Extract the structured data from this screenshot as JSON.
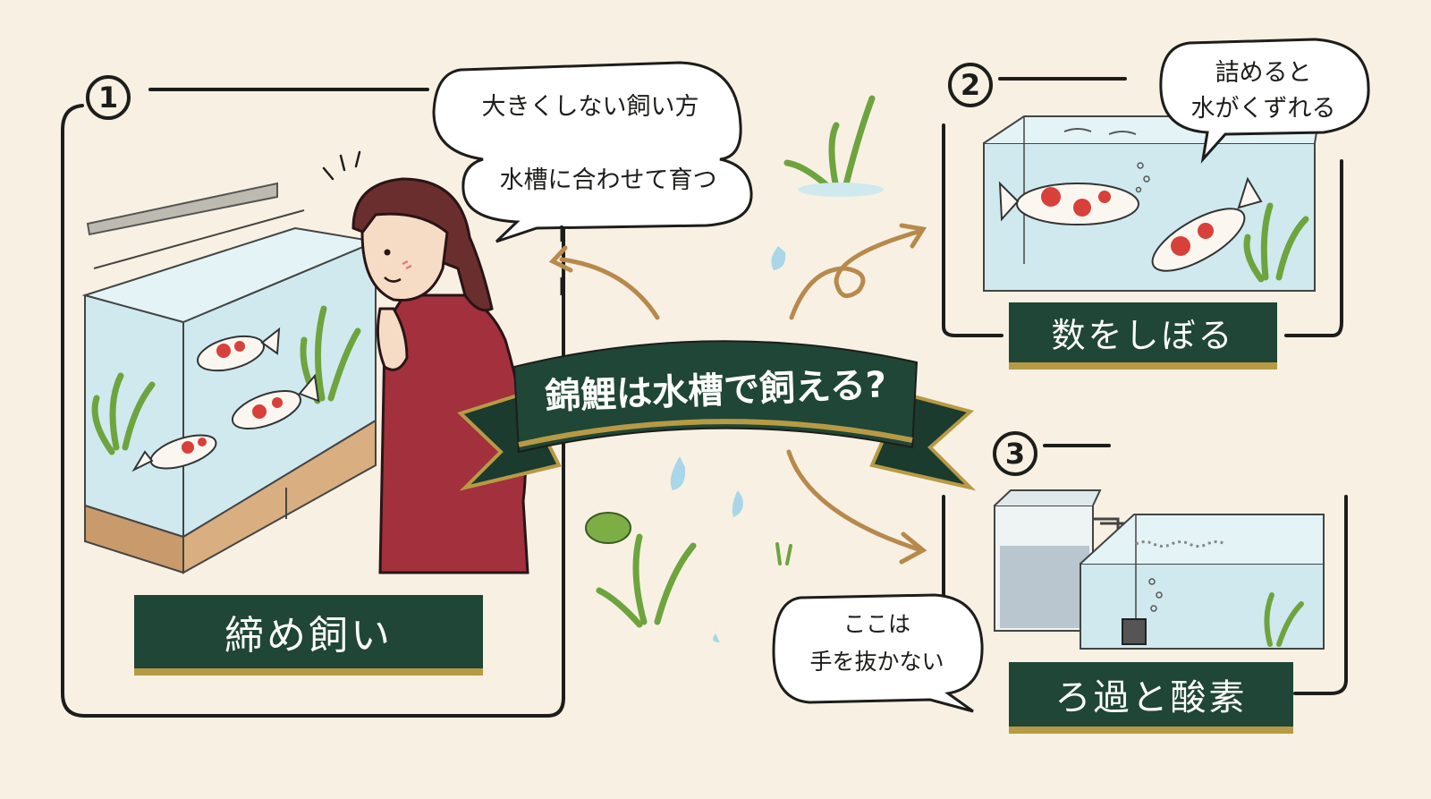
{
  "title": "錦鯉は水槽で飼える?",
  "panels": [
    {
      "number": "1",
      "label": "締め飼い",
      "bubble": [
        "大きくしない飼い方",
        "水槽に合わせて育つ"
      ]
    },
    {
      "number": "2",
      "label": "数をしぼる",
      "bubble": [
        "詰めると",
        "水がくずれる"
      ]
    },
    {
      "number": "3",
      "label": "ろ過と酸素",
      "bubble": [
        "ここは",
        "手を抜かない"
      ]
    }
  ],
  "colors": {
    "ribbon": "#1f4636",
    "accent_gold": "#b89a45",
    "ink": "#1d1d1b",
    "background": "#f8f1e3",
    "water": "#cfe9ef",
    "koi_red": "#d8403a",
    "sweater": "#a3303d",
    "arrow": "#b8894c",
    "leaf": "#6ea43e"
  }
}
